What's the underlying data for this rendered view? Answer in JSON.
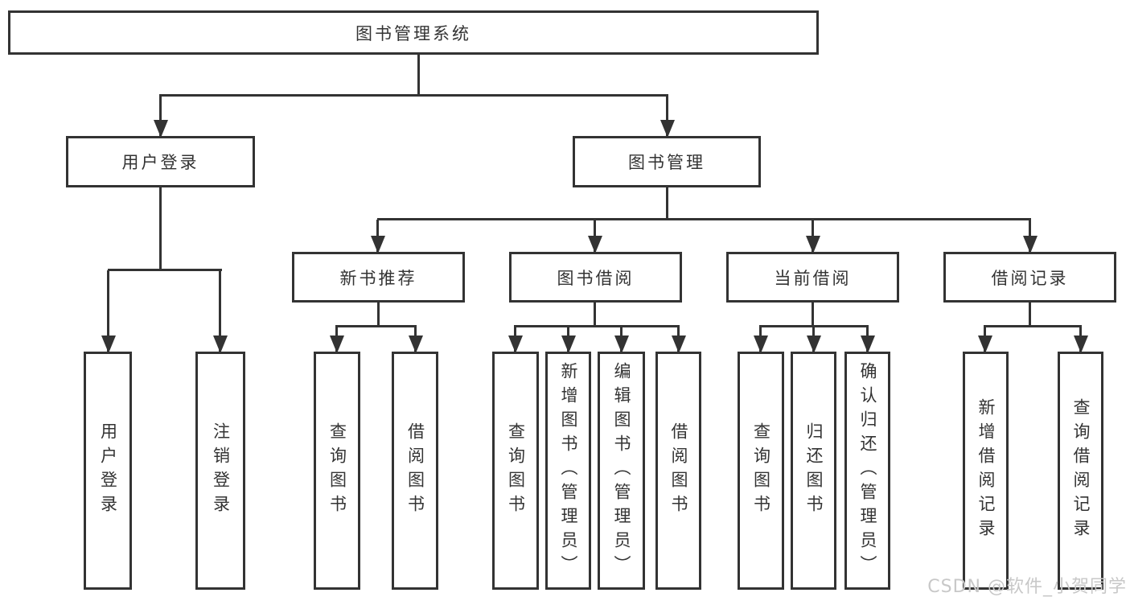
{
  "nodes": {
    "root": "图书管理系统",
    "user_login": "用户登录",
    "book_management": "图书管理",
    "new_book": "新书推荐",
    "book_borrow": "图书借阅",
    "current_borrow": "当前借阅",
    "borrow_records": "借阅记录",
    "leaves": {
      "user_login": [
        "用户登录",
        "注销登录"
      ],
      "new_book": [
        "查询图书",
        "借阅图书"
      ],
      "book_borrow": [
        "查询图书",
        "新增图书（管理员）",
        "编辑图书（管理员）",
        "借阅图书"
      ],
      "current_borrow": [
        "查询图书",
        "归还图书",
        "确认归还（管理员）"
      ],
      "borrow_records": [
        "新增借阅记录",
        "查询借阅记录"
      ]
    }
  },
  "watermark": "CSDN @软件_小贺同学",
  "colors": {
    "line": "#333333",
    "text": "#333333",
    "box_bg": "#ffffff",
    "background": "#ffffff",
    "watermark": "#c8c8c8"
  }
}
